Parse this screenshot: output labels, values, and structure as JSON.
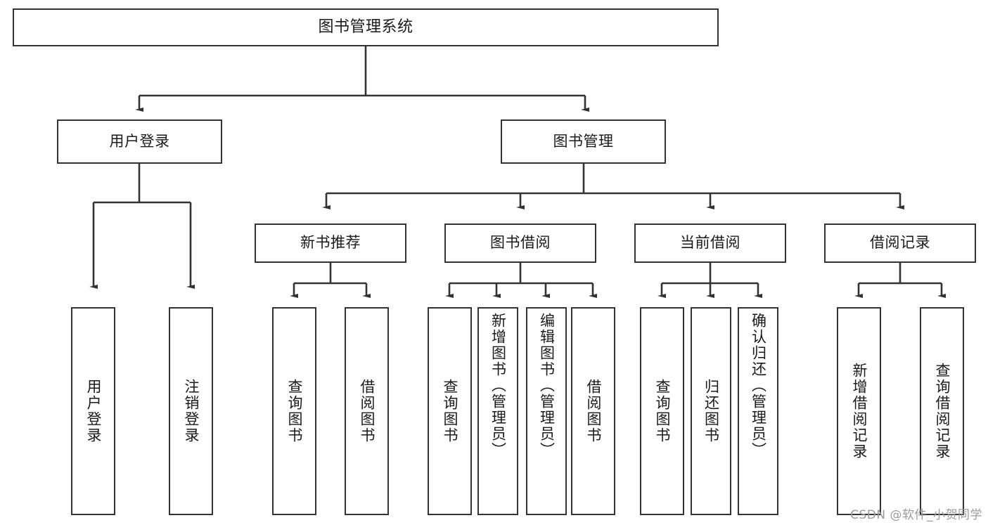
{
  "diagram": {
    "title": "图书管理系统",
    "type": "tree-hierarchy-chart",
    "watermark": "CSDN @软件_小贺同学",
    "colors": {
      "box_border": "#333333",
      "box_fill": "#ffffff",
      "edge": "#333333",
      "text": "#1a1a1a",
      "watermark": "#9a9a9a",
      "background": "#ffffff"
    },
    "nodes": {
      "root": {
        "label": "图书管理系统"
      },
      "level2": [
        {
          "id": "user-login",
          "label": "用户登录"
        },
        {
          "id": "book-management",
          "label": "图书管理"
        }
      ],
      "level3": [
        {
          "id": "new-book-recommend",
          "label": "新书推荐"
        },
        {
          "id": "book-borrow",
          "label": "图书借阅"
        },
        {
          "id": "current-borrow",
          "label": "当前借阅"
        },
        {
          "id": "borrow-record",
          "label": "借阅记录"
        }
      ],
      "leaves": [
        {
          "id": "leaf-user-login",
          "label": "用户登录",
          "parent": "user-login"
        },
        {
          "id": "leaf-logout",
          "label": "注销登录",
          "parent": "user-login"
        },
        {
          "id": "leaf-query-book-1",
          "label": "查询图书",
          "parent": "new-book-recommend"
        },
        {
          "id": "leaf-borrow-book-1",
          "label": "借阅图书",
          "parent": "new-book-recommend"
        },
        {
          "id": "leaf-query-book-2",
          "label": "查询图书",
          "parent": "book-borrow"
        },
        {
          "id": "leaf-add-book",
          "label": "新增图书（管理员）",
          "parent": "book-borrow"
        },
        {
          "id": "leaf-edit-book",
          "label": "编辑图书（管理员）",
          "parent": "book-borrow"
        },
        {
          "id": "leaf-borrow-book-2",
          "label": "借阅图书",
          "parent": "book-borrow"
        },
        {
          "id": "leaf-query-book-3",
          "label": "查询图书",
          "parent": "current-borrow"
        },
        {
          "id": "leaf-return-book",
          "label": "归还图书",
          "parent": "current-borrow"
        },
        {
          "id": "leaf-confirm-return",
          "label": "确认归还（管理员）",
          "parent": "current-borrow"
        },
        {
          "id": "leaf-add-record",
          "label": "新增借阅记录",
          "parent": "borrow-record"
        },
        {
          "id": "leaf-query-record",
          "label": "查询借阅记录",
          "parent": "borrow-record"
        }
      ]
    }
  }
}
